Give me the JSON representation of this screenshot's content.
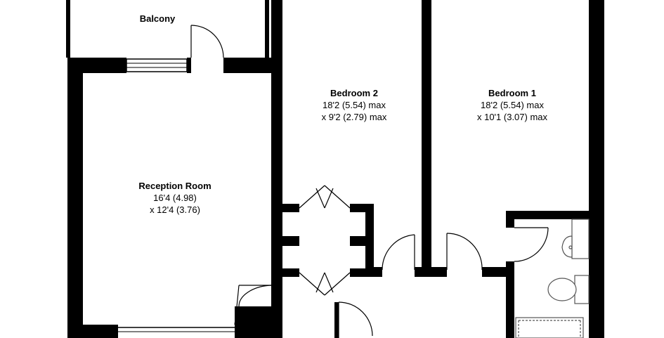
{
  "rooms": {
    "balcony": {
      "name": "Balcony"
    },
    "bedroom2": {
      "name": "Bedroom 2",
      "dim1": "18'2 (5.54) max",
      "dim2": "x 9'2 (2.79) max"
    },
    "bedroom1": {
      "name": "Bedroom 1",
      "dim1": "18'2 (5.54) max",
      "dim2": "x 10'1 (3.07) max"
    },
    "reception": {
      "name": "Reception Room",
      "dim1": "16'4 (4.98)",
      "dim2": "x 12'4 (3.76)"
    }
  },
  "colors": {
    "wall": "#000000",
    "background": "#ffffff",
    "fixture": "#555555"
  }
}
